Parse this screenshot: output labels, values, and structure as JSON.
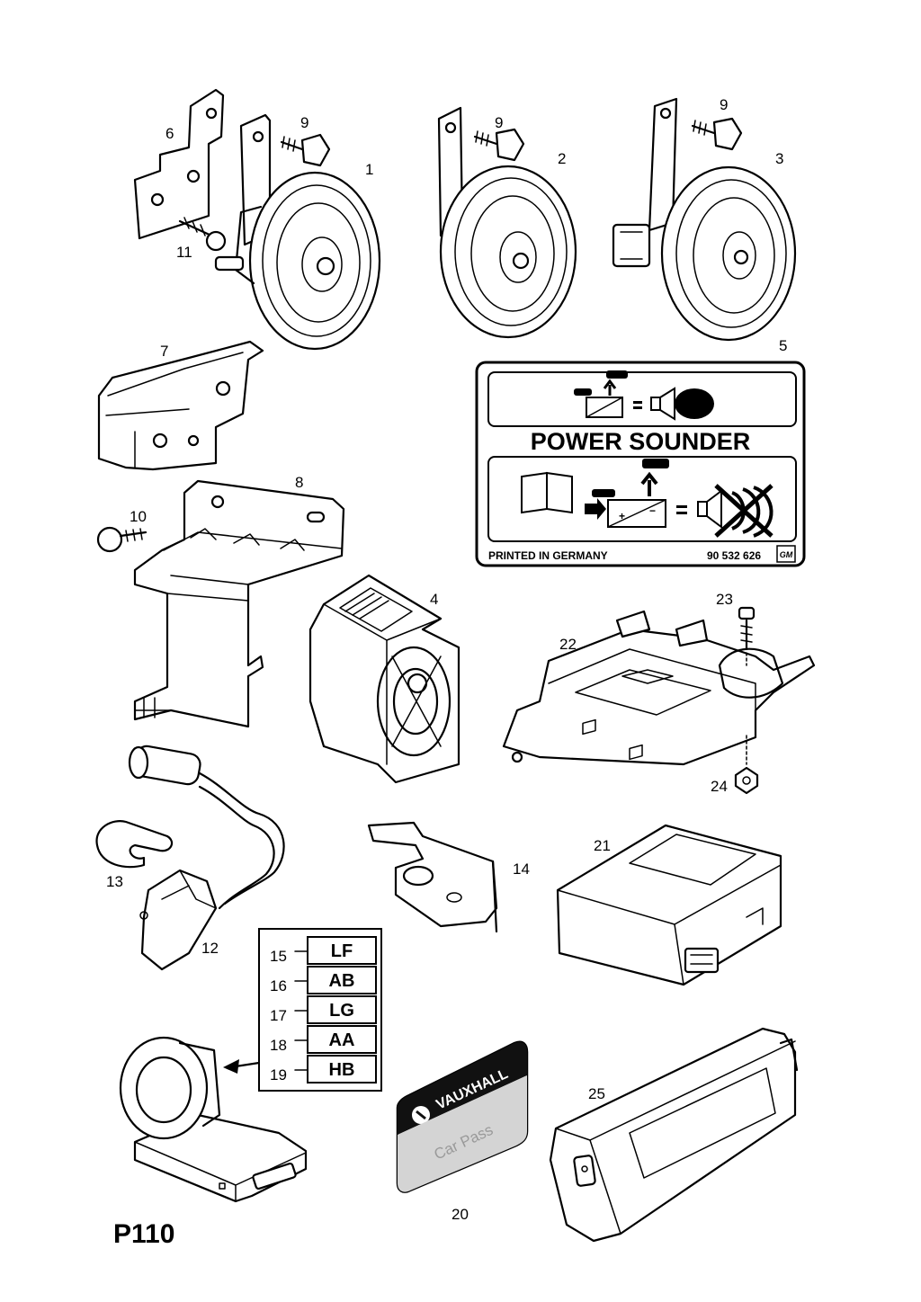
{
  "page_code": "P110",
  "callouts": {
    "c1": "1",
    "c2": "2",
    "c3": "3",
    "c4": "4",
    "c5": "5",
    "c6": "6",
    "c7": "7",
    "c8": "8",
    "c9a": "9",
    "c9b": "9",
    "c9c": "9",
    "c10": "10",
    "c11": "11",
    "c12": "12",
    "c13": "13",
    "c14": "14",
    "c15": "15",
    "c16": "16",
    "c17": "17",
    "c18": "18",
    "c19": "19",
    "c20": "20",
    "c21": "21",
    "c22": "22",
    "c23": "23",
    "c24": "24",
    "c25": "25"
  },
  "label": {
    "title": "POWER SOUNDER",
    "printed": "PRINTED IN GERMANY",
    "part_no": "90 532 626",
    "logo": "GM"
  },
  "codes": [
    "LF",
    "AB",
    "LG",
    "AA",
    "HB"
  ],
  "car_pass": {
    "brand": "VAUXHALL",
    "text": "Car Pass"
  }
}
